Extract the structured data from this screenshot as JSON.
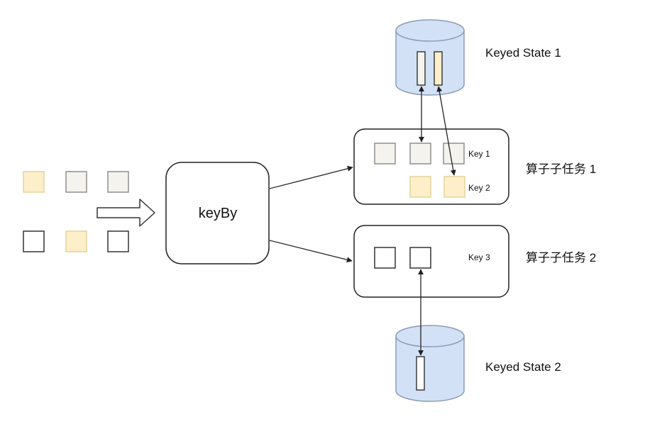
{
  "diagram": {
    "operator": {
      "label": "keyBy"
    },
    "keyed_state_1": {
      "label": "Keyed State 1"
    },
    "keyed_state_2": {
      "label": "Keyed State 2"
    },
    "subtask_1": {
      "label": "算子子任务 1",
      "key_1": "Key 1",
      "key_2": "Key 2"
    },
    "subtask_2": {
      "label": "算子子任务 2",
      "key_3": "Key 3"
    },
    "colors": {
      "key1_fill": "#f4f3ee",
      "key2_fill": "#fcefc9",
      "key3_fill": "#ffffff",
      "state_fill": "#d2e1f5",
      "state_stroke": "#8c9cb5",
      "stroke": "#222222"
    }
  }
}
